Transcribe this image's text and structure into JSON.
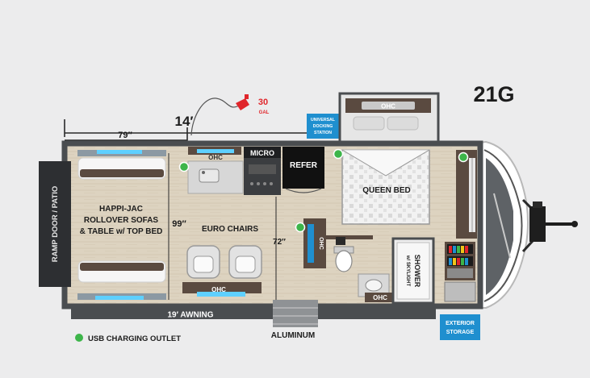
{
  "model": "21G",
  "dimensions": {
    "overall_length": "14′",
    "front_length": "79″",
    "interior_width": "99″",
    "center_width": "72″",
    "awning": "19′ AWNING"
  },
  "fuel": {
    "amount": "30",
    "unit": "GAL"
  },
  "rooms": {
    "ramp_door": "RAMP DOOR / PATIO",
    "sofas": [
      "HAPPI-JAC",
      "ROLLOVER SOFAS",
      "& TABLE w/ TOP BED"
    ],
    "euro_chairs": "EURO CHAIRS",
    "queen_bed": "QUEEN BED",
    "micro": "MICRO",
    "refer": "REFER",
    "shower": [
      "SHOWER",
      "w/ SKYLIGHT"
    ],
    "ohc": "OHC",
    "step": "ALUMINUM"
  },
  "callouts": {
    "docking": [
      "UNIVERSAL",
      "DOCKING",
      "STATION"
    ],
    "exterior_storage": [
      "EXTERIOR",
      "STORAGE"
    ]
  },
  "legend": {
    "usb": "USB CHARGING OUTLET"
  },
  "colors": {
    "usb_dot": "#3db54a",
    "callout_blue": "#1f8fcf",
    "fuel_red": "#e0262b",
    "wall_dark": "#4a4d50",
    "furniture": "#5a4a40"
  }
}
